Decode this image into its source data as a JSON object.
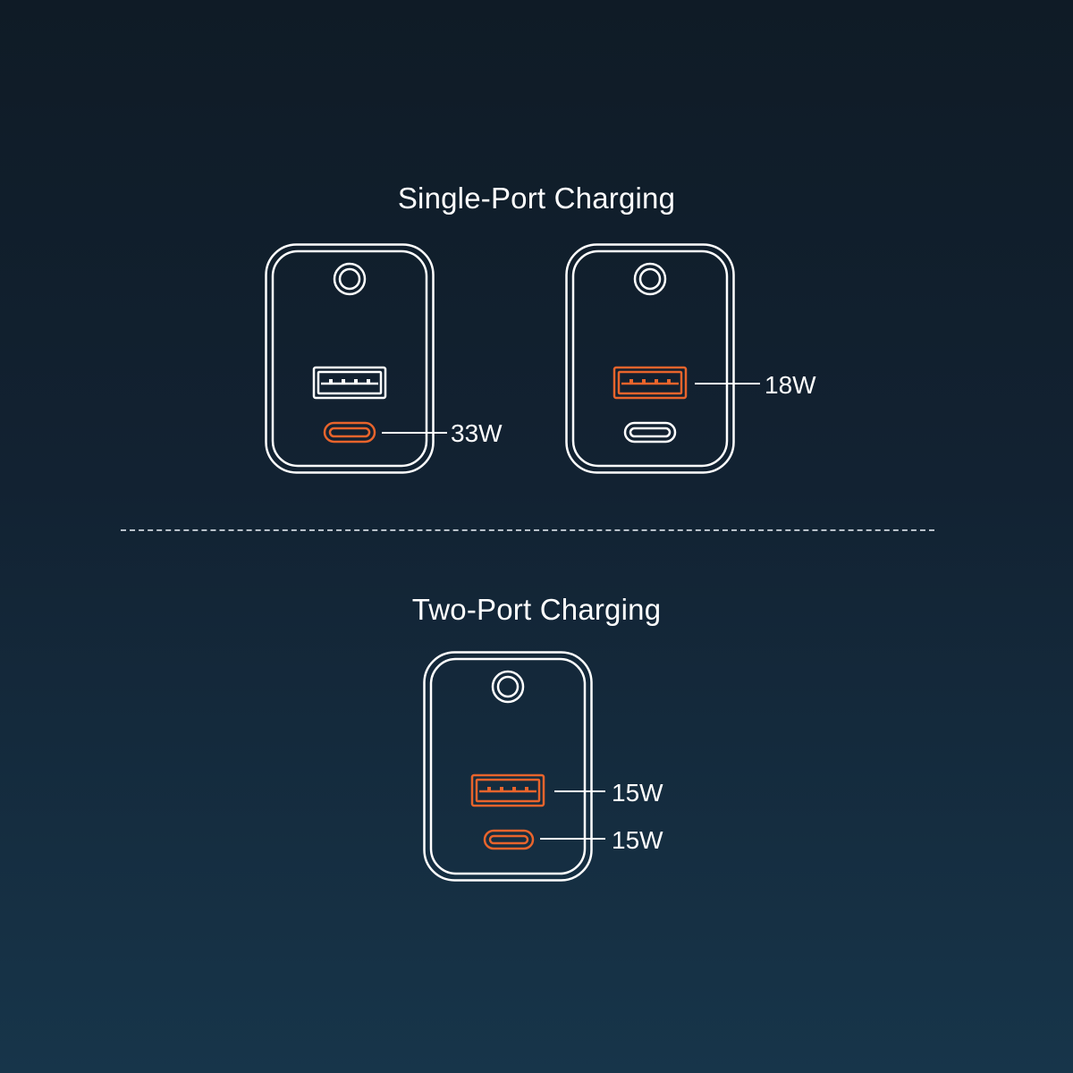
{
  "sections": {
    "single": {
      "title": "Single-Port Charging"
    },
    "two": {
      "title": "Two-Port Charging"
    }
  },
  "chargers": [
    {
      "id": "single-usbc",
      "active_ports": [
        "usb-c"
      ],
      "labels": {
        "usb_c": "33W"
      }
    },
    {
      "id": "single-usba",
      "active_ports": [
        "usb-a"
      ],
      "labels": {
        "usb_a": "18W"
      }
    },
    {
      "id": "dual",
      "active_ports": [
        "usb-a",
        "usb-c"
      ],
      "labels": {
        "usb_a": "15W",
        "usb_c": "15W"
      }
    }
  ],
  "colors": {
    "background_top": "#0f1b26",
    "background_bottom": "#17354a",
    "outline": "#ffffff",
    "active_port": "#e8642c",
    "divider": "#b9c2cb"
  },
  "icons": [
    "charger-outline",
    "hanging-hole-icon",
    "usb-a-port-icon",
    "usb-c-port-icon"
  ]
}
